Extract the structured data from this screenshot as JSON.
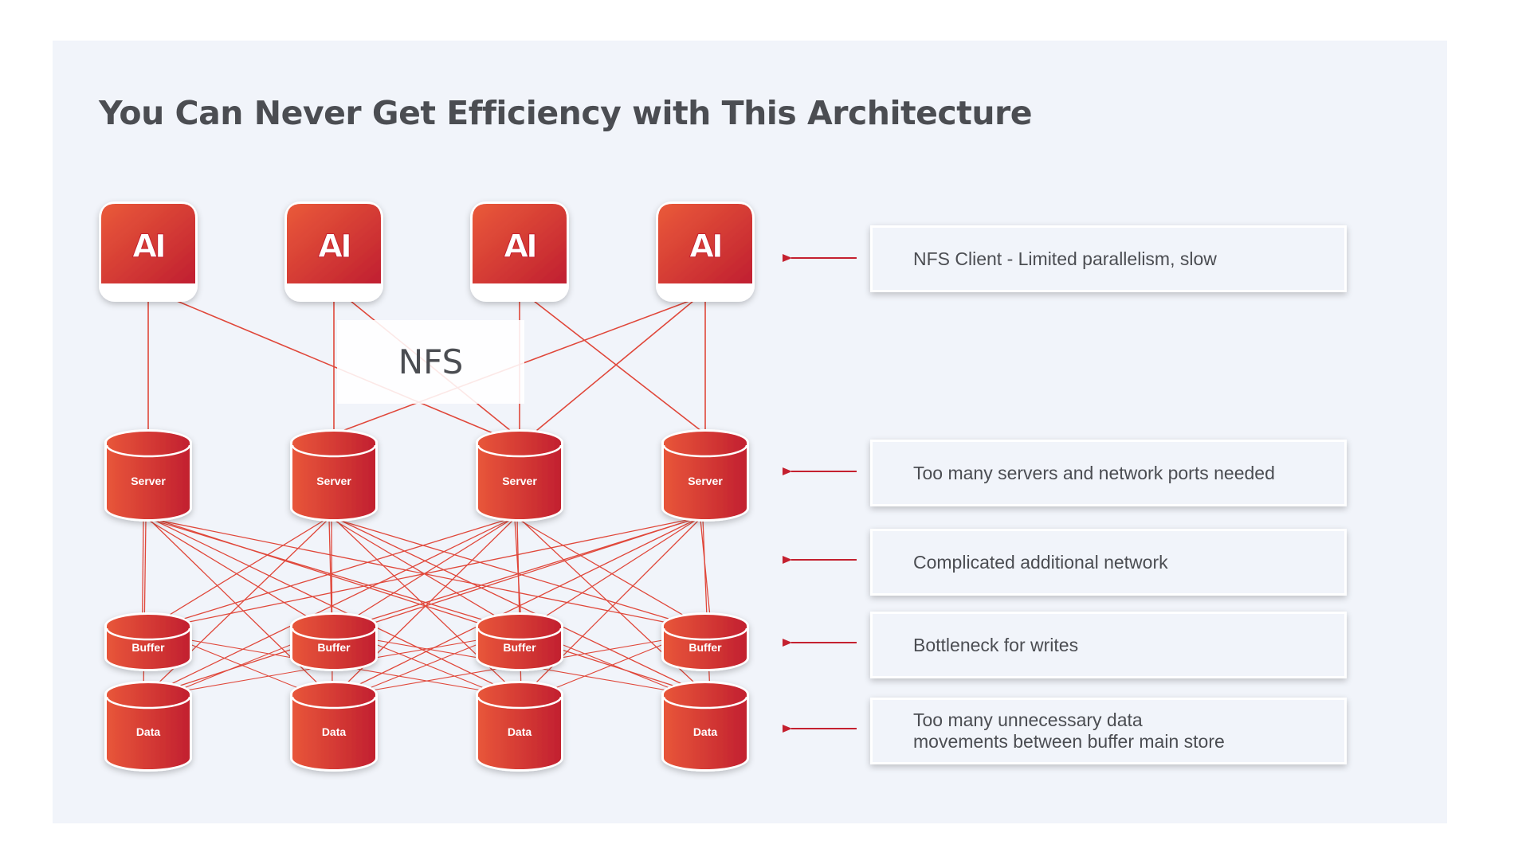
{
  "title": "You Can Never Get Efficiency with This Architecture",
  "nfs_label": "NFS",
  "ai_label": "AI",
  "server_label": "Server",
  "buffer_label": "Buffer",
  "data_label": "Data",
  "colors": {
    "accent": "#e8523a",
    "accent_dark": "#c4202f",
    "line": "#e0473a",
    "panel": "#f1f4fa",
    "text": "#4b4d52"
  },
  "callouts": [
    {
      "text": "NFS Client - Limited parallelism, slow"
    },
    {
      "text": "Too many servers and network ports needed"
    },
    {
      "text": "Complicated additional network"
    },
    {
      "text": "Bottleneck for writes"
    },
    {
      "text": "Too many unnecessary data\nmovements between buffer main store"
    }
  ]
}
